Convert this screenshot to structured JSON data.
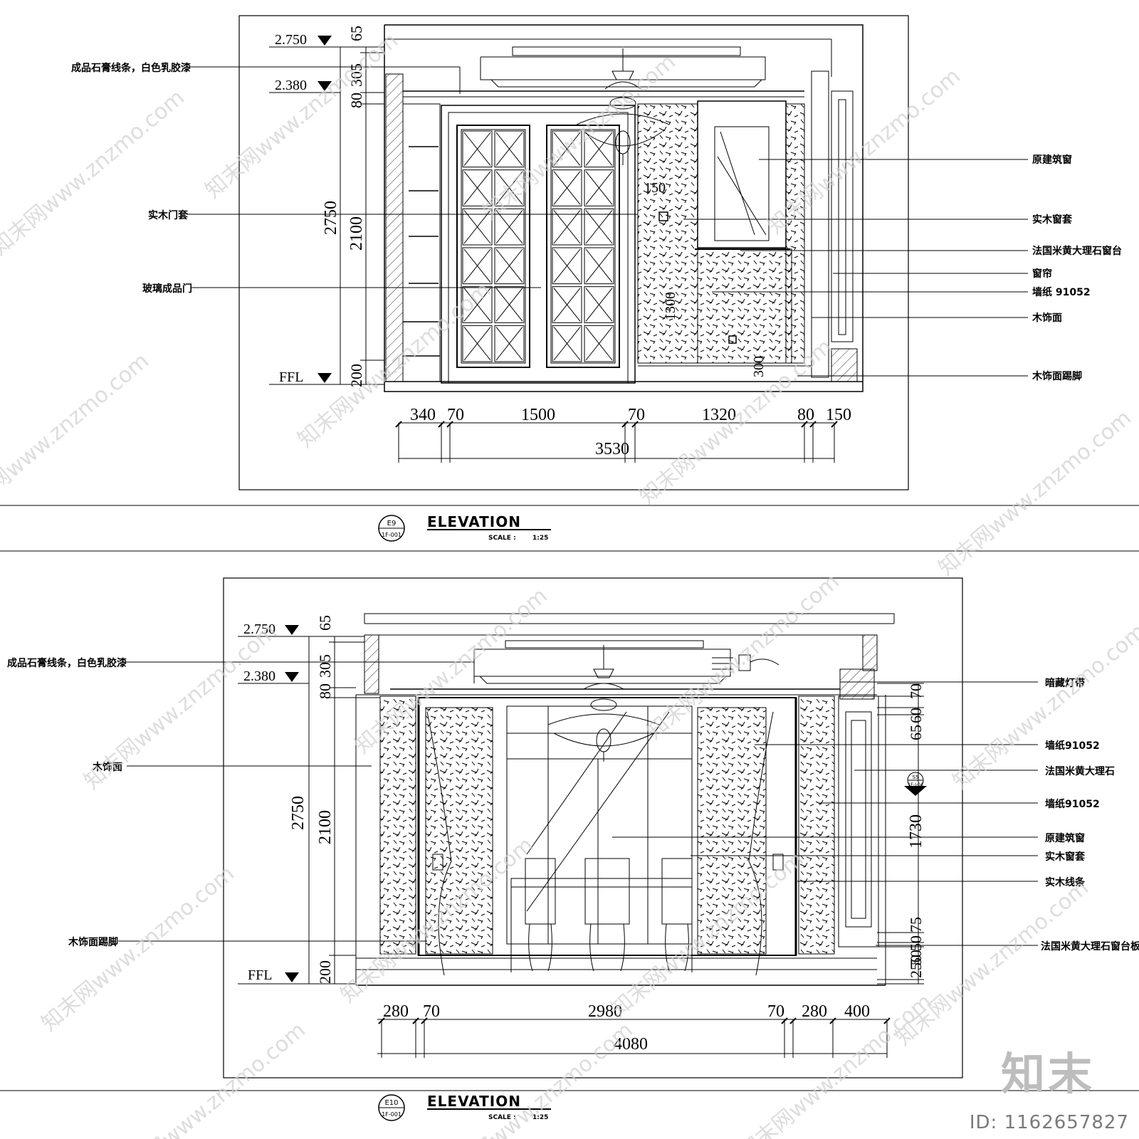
{
  "watermark": {
    "site_text": "知末网www.znzmo.com",
    "logo": "知末",
    "id_text": "ID: 1162657827"
  },
  "e9": {
    "title": "ELEVATION",
    "scale_label": "SCALE :",
    "scale_value": "1:25",
    "bubble_top": "E9",
    "bubble_bottom": "1F-001",
    "levels": {
      "top": "2.750",
      "mid": "2.380",
      "floor": "FFL"
    },
    "vdims_outer": [
      "2750"
    ],
    "vdims_inner": [
      "65",
      "305",
      "80",
      "2100",
      "200"
    ],
    "hdims_row1": [
      "340",
      "70",
      "1500",
      "70",
      "1320",
      "80",
      "150"
    ],
    "hdims_total": "3530",
    "inner_dims": [
      "150",
      "1300",
      "300"
    ],
    "left_labels": [
      "成品石膏线条，白色乳胶漆",
      "实木门套",
      "玻璃成品门"
    ],
    "right_labels": [
      "原建筑窗",
      "实木窗套",
      "法国米黄大理石窗台",
      "窗帘",
      "墙纸 91052",
      "木饰面",
      "木饰面踢脚"
    ]
  },
  "e10": {
    "title": "ELEVATION",
    "scale_label": "SCALE :",
    "scale_value": "1:25",
    "bubble_top": "E10",
    "bubble_bottom": "1F-001",
    "levels": {
      "top": "2.750",
      "mid": "2.380",
      "floor": "FFL"
    },
    "vdims_outer": [
      "2750"
    ],
    "vdims_inner": [
      "65",
      "305",
      "80",
      "2100",
      "200"
    ],
    "vdims_right": [
      "70",
      "60",
      "65",
      "1730",
      "75",
      "50",
      "250",
      "50"
    ],
    "hdims_row1": [
      "280",
      "70",
      "2980",
      "70",
      "280",
      "400"
    ],
    "hdims_total": "4080",
    "section_tag": {
      "top": "S5",
      "bottom": "1F-J-04"
    },
    "left_labels": [
      "成品石膏线条，白色乳胶漆",
      "木饰面",
      "木饰面踢脚"
    ],
    "right_labels": [
      "暗藏灯带",
      "墙纸91052",
      "法国米黄大理石",
      "墙纸91052",
      "原建筑窗",
      "实木窗套",
      "实木线条",
      "法国米黄大理石窗台板"
    ]
  }
}
